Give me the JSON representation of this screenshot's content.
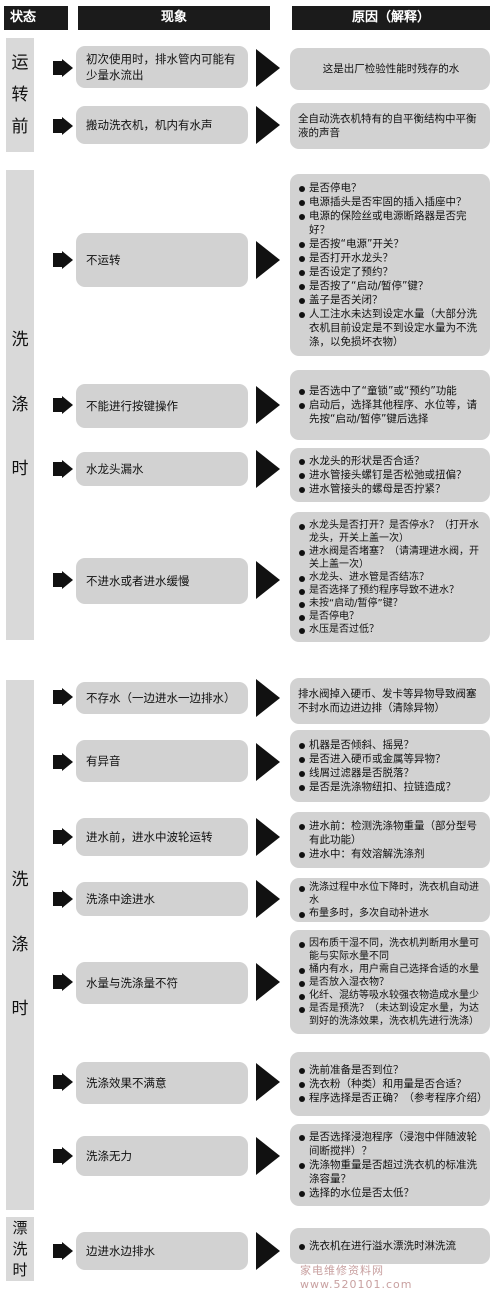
{
  "header": {
    "status": "状态",
    "phenomenon": "现象",
    "cause": "原因（解释）"
  },
  "sections": [
    {
      "chars": [
        "运",
        "转",
        "前"
      ]
    },
    {
      "chars": [
        "洗",
        "涤",
        "时"
      ]
    },
    {
      "chars": [
        "洗",
        "涤",
        "时"
      ]
    },
    {
      "chars": [
        "漂",
        "洗",
        "时"
      ]
    }
  ],
  "rows": [
    {
      "phenomenon": "初次使用时，排水管内可能有少量水流出",
      "causes": [
        "这是出厂检验性能时残存的水"
      ]
    },
    {
      "phenomenon": "搬动洗衣机，机内有水声",
      "causes": [
        "全自动洗衣机特有的自平衡结构中平衡液的声音"
      ]
    },
    {
      "phenomenon": "不运转",
      "causes": [
        "是否停电？",
        "电源插头是否牢固的插入插座中？",
        "电源的保险丝或电源断路器是否完好？",
        "是否按“电源”开关？",
        "是否打开水龙头？",
        "是否设定了预约？",
        "是否按了“启动/暂停”键？",
        "盖子是否关闭？",
        "人工注水未达到设定水量（大部分洗衣机目前设定是不到设定水量为不洗涤，以免损坏衣物）"
      ]
    },
    {
      "phenomenon": "不能进行按键操作",
      "causes": [
        "是否选中了“童锁”或“预约”功能",
        "启动后，选择其他程序、水位等，请先按“启动/暂停”键后选择"
      ]
    },
    {
      "phenomenon": "水龙头漏水",
      "causes": [
        "水龙头的形状是否合适？",
        "进水管接头螺钉是否松弛或扭偏？",
        "进水管接头的螺母是否拧紧？"
      ]
    },
    {
      "phenomenon": "不进水或者进水缓慢",
      "causes": [
        "水龙头是否打开？是否停水？（打开水龙头，开关上盖一次）",
        "进水阀是否堵塞？（请清理进水阀，开关上盖一次）",
        "水龙头、进水管是否结冻？",
        "是否选择了预约程序导致不进水？",
        "未按“启动/暂停”键？",
        "是否停电？",
        "水压是否过低？"
      ]
    },
    {
      "phenomenon": "不存水（一边进水一边排水）",
      "causes": [
        "排水阀掉入硬币、发卡等异物导致阀塞不封水而边进边排（清除异物）"
      ]
    },
    {
      "phenomenon": "有异音",
      "causes": [
        "机器是否倾斜、摇晃？",
        "是否进入硬币或金属等异物？",
        "线屑过滤器是否脱落？",
        "是否是洗涤物纽扣、拉链造成？"
      ]
    },
    {
      "phenomenon": "进水前，进水中波轮运转",
      "causes": [
        "进水前：检测洗涤物重量（部分型号有此功能）",
        "进水中：有效溶解洗涤剂"
      ]
    },
    {
      "phenomenon": "洗涤中途进水",
      "causes": [
        "洗涤过程中水位下降时，洗衣机自动进水",
        "布量多时，多次自动补进水"
      ]
    },
    {
      "phenomenon": "水量与洗涤量不符",
      "causes": [
        "因布质干湿不同，洗衣机判断用水量可能与实际水量不同",
        "桶内有水，用户需自己选择合适的水量",
        "是否放入湿衣物？",
        "化纤、混纺等吸水较强衣物造成水量少",
        "是否是预洗？（未达到设定水量，为达到好的洗涤效果，洗衣机先进行洗涤）"
      ]
    },
    {
      "phenomenon": "洗涤效果不满意",
      "causes": [
        "洗前准备是否到位？",
        "洗衣粉（种类）和用量是否合适？",
        "程序选择是否正确？（参考程序介绍）"
      ]
    },
    {
      "phenomenon": "洗涤无力",
      "causes": [
        "是否选择浸泡程序（浸泡中伴随波轮间断搅拌）？",
        "洗涤物重量是否超过洗衣机的标准洗涤容量？",
        "选择的水位是否太低？"
      ]
    },
    {
      "phenomenon": "边进水边排水",
      "causes": [
        "洗衣机在进行溢水漂洗时淋洗流"
      ]
    }
  ],
  "watermark": "家电维修资料网 www.520101.com"
}
